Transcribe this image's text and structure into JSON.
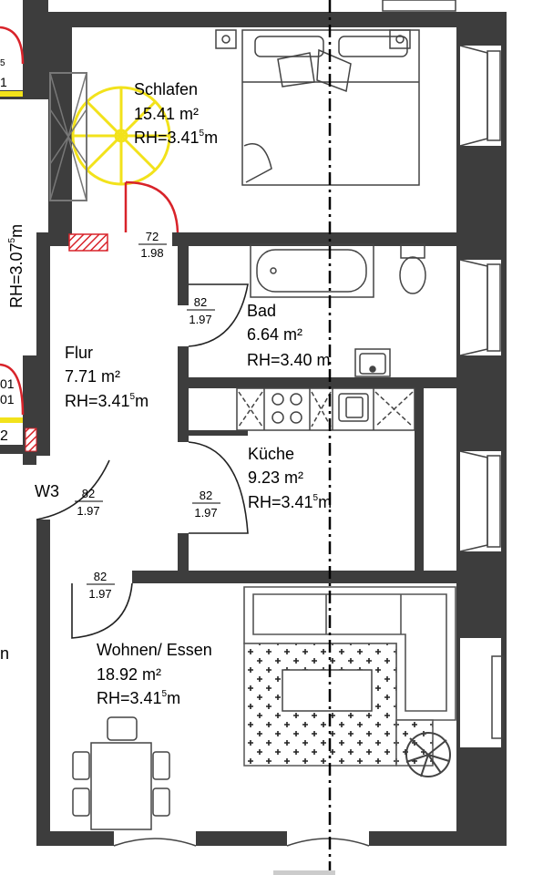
{
  "rooms": {
    "schlafen": {
      "name": "Schlafen",
      "area": "15.41 m²",
      "height": "RH=3.41",
      "height_sup": "5",
      "height_unit": "m"
    },
    "bad": {
      "name": "Bad",
      "area": "6.64 m²",
      "height": "RH=3.40 m"
    },
    "flur": {
      "name": "Flur",
      "area": "7.71 m²",
      "height": "RH=3.41",
      "height_sup": "5",
      "height_unit": "m"
    },
    "kueche": {
      "name": "Küche",
      "area": "9.23 m²",
      "height": "RH=3.41",
      "height_sup": "5",
      "height_unit": "m"
    },
    "wohnen": {
      "name": "Wohnen/ Essen",
      "area": "18.92 m²",
      "height": "RH=3.41",
      "height_sup": "5",
      "height_unit": "m"
    },
    "w3": {
      "name": "W3"
    }
  },
  "left_neighbor": {
    "height": "RH=3.07",
    "height_sup": "5",
    "height_unit": "m",
    "frag_top_sup": "5",
    "frag_top": "1",
    "frag_mid_top": "01",
    "frag_mid_bot": "01",
    "frag_small": "2",
    "frag_low": "n"
  },
  "doors": [
    {
      "id": "schlafen",
      "width": "72",
      "height": "1.98"
    },
    {
      "id": "bad",
      "width": "82",
      "height": "1.97"
    },
    {
      "id": "w3",
      "width": "82",
      "height": "1.97"
    },
    {
      "id": "kueche",
      "width": "82",
      "height": "1.97"
    },
    {
      "id": "wohnen",
      "width": "82",
      "height": "1.97"
    }
  ],
  "colors": {
    "wall": "#3d3d3d",
    "door_swing": "#d8232a",
    "stair": "#f2e21b",
    "hatch": "#d8232a"
  }
}
